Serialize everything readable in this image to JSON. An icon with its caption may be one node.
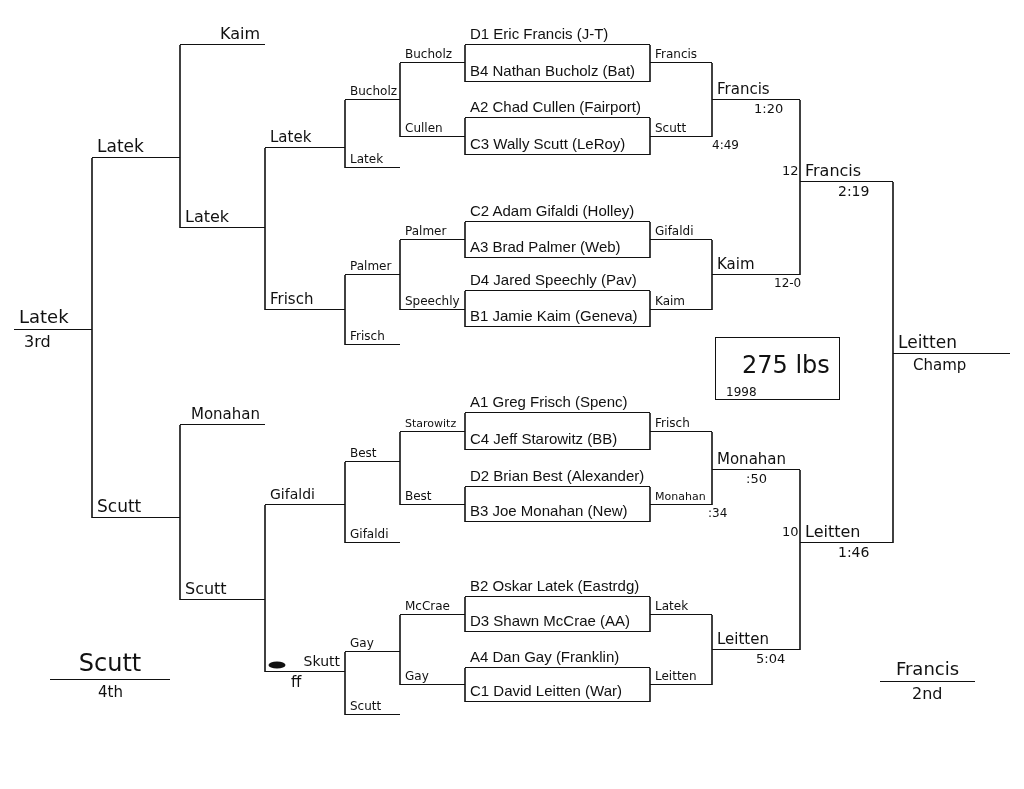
{
  "diagram": {
    "nodes": [
      {
        "text": [
          "D1 Eric Francis (J-T)"
        ]
      },
      {
        "text": [
          "B4 Nathan Bucholz (Bat)"
        ]
      },
      {
        "text": [
          "A2 Chad Cullen (Fairport)"
        ]
      },
      {
        "text": [
          "C3 Wally Scutt (LeRoy)"
        ]
      },
      {
        "text": [
          "C2 Adam Gifaldi (Holley)"
        ]
      },
      {
        "text": [
          "A3 Brad Palmer (Web)"
        ]
      },
      {
        "text": [
          "D4 Jared Speechly (Pav)"
        ]
      },
      {
        "text": [
          "B1 Jamie Kaim (Geneva)"
        ]
      },
      {
        "text": [
          "A1 Greg Frisch (Spenc)"
        ]
      },
      {
        "text": [
          "C4 Jeff Starowitz (BB)"
        ]
      },
      {
        "text": [
          "D2 Brian Best (Alexander)"
        ]
      },
      {
        "text": [
          "B3 Joe Monahan (New)"
        ]
      },
      {
        "text": [
          "B2 Oskar Latek (Eastrdg)"
        ]
      },
      {
        "text": [
          "D3 Shawn McCrae (AA)"
        ]
      },
      {
        "text": [
          "A4 Dan Gay (Franklin)"
        ]
      },
      {
        "text": [
          "C1 David Leitten (War)"
        ]
      },
      {
        "text": [
          "Francis"
        ]
      },
      {
        "text": [
          "Scutt"
        ],
        "beside": [
          "4:49"
        ]
      },
      {
        "text": [
          "Gifaldi"
        ]
      },
      {
        "text": [
          "Kaim"
        ]
      },
      {
        "text": [
          "Frisch"
        ]
      },
      {
        "text": [
          "Monahan"
        ],
        "beside": [
          ":34"
        ]
      },
      {
        "text": [
          "Latek"
        ]
      },
      {
        "text": [
          "Leitten"
        ]
      },
      {
        "text": [
          "Francis"
        ],
        "beside": [
          "1:20"
        ]
      },
      {
        "text": [
          "Kaim"
        ],
        "beside": [
          "12-0"
        ]
      },
      {
        "text": [
          "Monahan"
        ],
        "beside": [
          ":50"
        ]
      },
      {
        "text": [
          "Leitten"
        ],
        "beside": [
          "5:04"
        ]
      },
      {
        "text": [
          "Francis"
        ],
        "beside": [
          "12",
          "2:19"
        ]
      },
      {
        "text": [
          "Leitten"
        ],
        "beside": [
          "10",
          "1:46"
        ]
      },
      {
        "text": [
          "Leitten"
        ],
        "beside": [
          "Champ"
        ]
      },
      {
        "text": [
          "Bucholz"
        ]
      },
      {
        "text": [
          "Cullen"
        ]
      },
      {
        "text": [
          "Palmer"
        ]
      },
      {
        "text": [
          "Speechly"
        ]
      },
      {
        "text": [
          "Starowitz"
        ]
      },
      {
        "text": [
          "Best"
        ]
      },
      {
        "text": [
          "McCrae"
        ]
      },
      {
        "text": [
          "Gay"
        ]
      },
      {
        "text": [
          "Bucholz"
        ]
      },
      {
        "text": [
          "Palmer"
        ]
      },
      {
        "text": [
          "Best"
        ]
      },
      {
        "text": [
          "Gay"
        ]
      },
      {
        "text": [
          "Latek"
        ]
      },
      {
        "text": [
          "Frisch"
        ]
      },
      {
        "text": [
          "Gifaldi"
        ]
      },
      {
        "text": [
          "Scutt"
        ]
      },
      {
        "text": [
          "Latek"
        ]
      },
      {
        "text": [
          "Frisch"
        ]
      },
      {
        "text": [
          "Gifaldi"
        ]
      },
      {
        "text": [
          "Skutt"
        ],
        "beside": [
          "ff"
        ]
      },
      {
        "text": [
          "Latek"
        ]
      },
      {
        "text": [
          "Scutt"
        ]
      },
      {
        "text": [
          "Kaim"
        ]
      },
      {
        "text": [
          "Monahan"
        ]
      },
      {
        "text": [
          "Latek"
        ]
      },
      {
        "text": [
          "Scutt"
        ]
      },
      {
        "text": [
          "Latek"
        ],
        "beside": [
          "3rd"
        ]
      },
      {
        "text": [
          "Scutt"
        ],
        "beside": [
          "4th"
        ]
      },
      {
        "text": [
          "Francis"
        ],
        "beside": [
          "2nd"
        ]
      },
      {
        "text": [
          "275 lbs",
          "1998"
        ]
      }
    ],
    "edges": [
      {
        "from": 0,
        "to": 16,
        "arrow": "none"
      },
      {
        "from": 1,
        "to": 16,
        "arrow": "none"
      },
      {
        "from": 2,
        "to": 17,
        "arrow": "none"
      },
      {
        "from": 3,
        "to": 17,
        "arrow": "none"
      },
      {
        "from": 4,
        "to": 18,
        "arrow": "none"
      },
      {
        "from": 5,
        "to": 18,
        "arrow": "none"
      },
      {
        "from": 6,
        "to": 19,
        "arrow": "none"
      },
      {
        "from": 7,
        "to": 19,
        "arrow": "none"
      },
      {
        "from": 8,
        "to": 20,
        "arrow": "none"
      },
      {
        "from": 9,
        "to": 20,
        "arrow": "none"
      },
      {
        "from": 10,
        "to": 21,
        "arrow": "none"
      },
      {
        "from": 11,
        "to": 21,
        "arrow": "none"
      },
      {
        "from": 12,
        "to": 22,
        "arrow": "none"
      },
      {
        "from": 13,
        "to": 22,
        "arrow": "none"
      },
      {
        "from": 14,
        "to": 23,
        "arrow": "none"
      },
      {
        "from": 15,
        "to": 23,
        "arrow": "none"
      },
      {
        "from": 0,
        "to": 31,
        "arrow": "none"
      },
      {
        "from": 1,
        "to": 31,
        "arrow": "none"
      },
      {
        "from": 2,
        "to": 32,
        "arrow": "none"
      },
      {
        "from": 3,
        "to": 32,
        "arrow": "none"
      },
      {
        "from": 4,
        "to": 33,
        "arrow": "none"
      },
      {
        "from": 5,
        "to": 33,
        "arrow": "none"
      },
      {
        "from": 6,
        "to": 34,
        "arrow": "none"
      },
      {
        "from": 7,
        "to": 34,
        "arrow": "none"
      },
      {
        "from": 8,
        "to": 35,
        "arrow": "none"
      },
      {
        "from": 9,
        "to": 35,
        "arrow": "none"
      },
      {
        "from": 10,
        "to": 36,
        "arrow": "none"
      },
      {
        "from": 11,
        "to": 36,
        "arrow": "none"
      },
      {
        "from": 12,
        "to": 37,
        "arrow": "none"
      },
      {
        "from": 13,
        "to": 37,
        "arrow": "none"
      },
      {
        "from": 14,
        "to": 38,
        "arrow": "none"
      },
      {
        "from": 15,
        "to": 38,
        "arrow": "none"
      },
      {
        "from": 16,
        "to": 24,
        "arrow": "none"
      },
      {
        "from": 17,
        "to": 24,
        "arrow": "none"
      },
      {
        "from": 18,
        "to": 25,
        "arrow": "none"
      },
      {
        "from": 19,
        "to": 25,
        "arrow": "none"
      },
      {
        "from": 20,
        "to": 26,
        "arrow": "none"
      },
      {
        "from": 21,
        "to": 26,
        "arrow": "none"
      },
      {
        "from": 22,
        "to": 27,
        "arrow": "none"
      },
      {
        "from": 23,
        "to": 27,
        "arrow": "none"
      },
      {
        "from": 24,
        "to": 28,
        "arrow": "none"
      },
      {
        "from": 25,
        "to": 28,
        "arrow": "none"
      },
      {
        "from": 26,
        "to": 29,
        "arrow": "none"
      },
      {
        "from": 27,
        "to": 29,
        "arrow": "none"
      },
      {
        "from": 28,
        "to": 30,
        "arrow": "none"
      },
      {
        "from": 29,
        "to": 30,
        "arrow": "none"
      },
      {
        "from": 31,
        "to": 39,
        "arrow": "none"
      },
      {
        "from": 32,
        "to": 39,
        "arrow": "none"
      },
      {
        "from": 33,
        "to": 40,
        "arrow": "none"
      },
      {
        "from": 34,
        "to": 40,
        "arrow": "none"
      },
      {
        "from": 35,
        "to": 41,
        "arrow": "none"
      },
      {
        "from": 36,
        "to": 41,
        "arrow": "none"
      },
      {
        "from": 37,
        "to": 42,
        "arrow": "none"
      },
      {
        "from": 38,
        "to": 42,
        "arrow": "none"
      },
      {
        "from": 39,
        "to": 47,
        "arrow": "none"
      },
      {
        "from": 43,
        "to": 47,
        "arrow": "none"
      },
      {
        "from": 40,
        "to": 48,
        "arrow": "none"
      },
      {
        "from": 44,
        "to": 48,
        "arrow": "none"
      },
      {
        "from": 41,
        "to": 49,
        "arrow": "none"
      },
      {
        "from": 45,
        "to": 49,
        "arrow": "none"
      },
      {
        "from": 42,
        "to": 50,
        "arrow": "none"
      },
      {
        "from": 46,
        "to": 50,
        "arrow": "none"
      },
      {
        "from": 47,
        "to": 51,
        "arrow": "none"
      },
      {
        "from": 48,
        "to": 51,
        "arrow": "none"
      },
      {
        "from": 49,
        "to": 52,
        "arrow": "none"
      },
      {
        "from": 50,
        "to": 52,
        "arrow": "none"
      },
      {
        "from": 53,
        "to": 55,
        "arrow": "none"
      },
      {
        "from": 51,
        "to": 55,
        "arrow": "none"
      },
      {
        "from": 54,
        "to": 56,
        "arrow": "none"
      },
      {
        "from": 52,
        "to": 56,
        "arrow": "none"
      },
      {
        "from": 55,
        "to": 57,
        "arrow": "none"
      },
      {
        "from": 56,
        "to": 57,
        "arrow": "none"
      }
    ]
  }
}
